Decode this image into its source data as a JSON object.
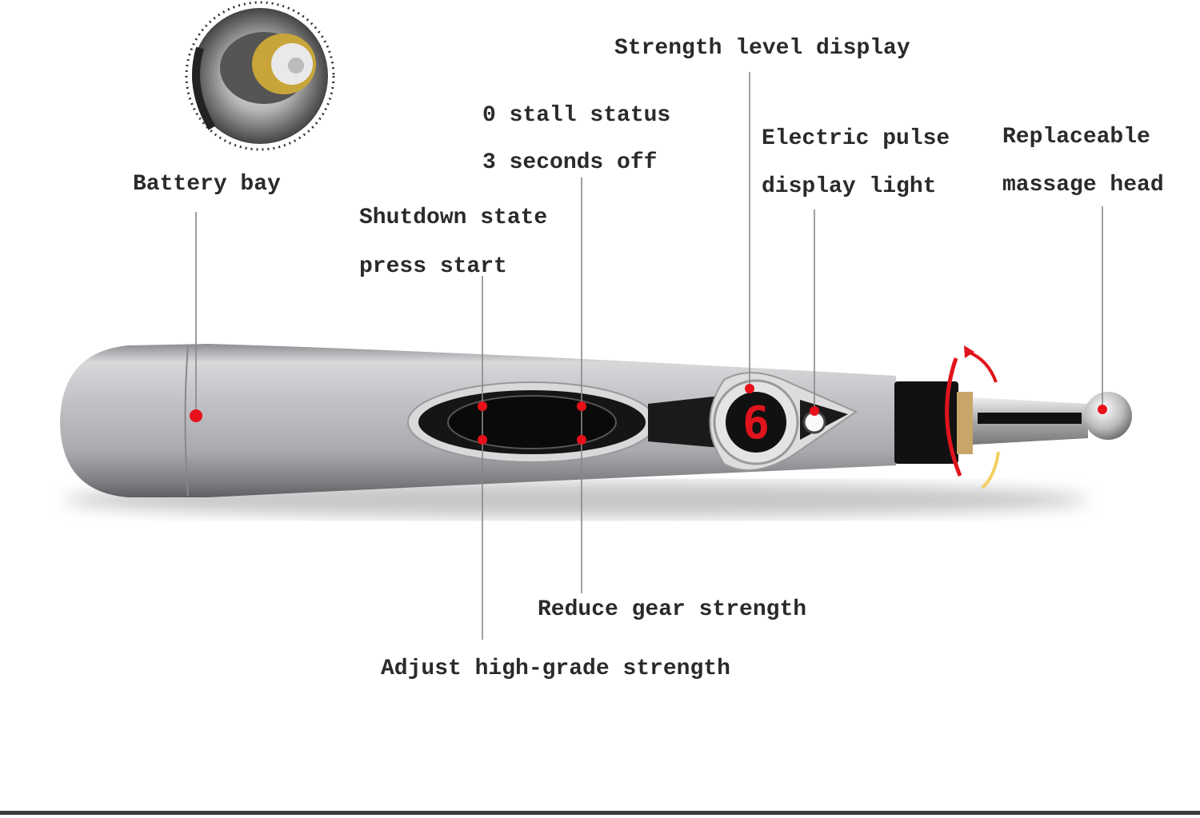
{
  "labels": {
    "strength_display": "Strength level display",
    "stall_status_1": "0 stall status",
    "stall_status_2": "3 seconds off",
    "pulse_light_1": "Electric pulse",
    "pulse_light_2": "display light",
    "massage_head_1": "Replaceable",
    "massage_head_2": "massage head",
    "battery_bay": "Battery bay",
    "shutdown_1": "Shutdown state",
    "shutdown_2": "press start",
    "reduce": "Reduce gear strength",
    "adjust": "Adjust high-grade strength"
  },
  "display_digit": "6",
  "colors": {
    "marker": "#e8101a",
    "body": "#c9c9cc",
    "display": "#e0141c"
  }
}
